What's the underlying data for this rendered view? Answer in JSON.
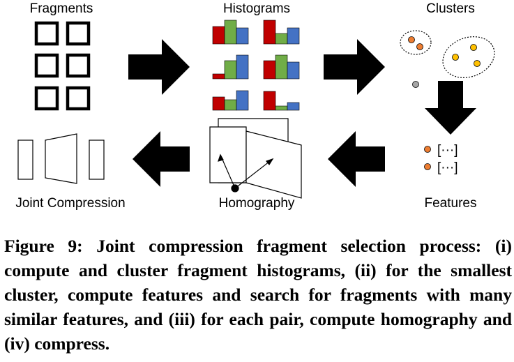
{
  "diagram": {
    "labels": {
      "fragments": "Fragments",
      "histograms": "Histograms",
      "clusters": "Clusters",
      "features": "Features",
      "homography": "Homography",
      "joint_compression": "Joint Compression"
    },
    "feature_items": [
      "[···]",
      "[···]"
    ],
    "colors": {
      "red": "#c00000",
      "green": "#70ad47",
      "blue": "#4472c4",
      "cluster_small_dot": "#ed7d31",
      "cluster_large_dot": "#ffc000",
      "outlier_dot": "#a6a6a6",
      "arrow": "#000000"
    }
  },
  "caption": "Figure 9: Joint compression fragment selection process: (i) compute and cluster fragment histograms, (ii) for the smallest cluster, compute features and search for fragments with many similar features, and (iii) for each pair, compute homography and (iv) compress."
}
